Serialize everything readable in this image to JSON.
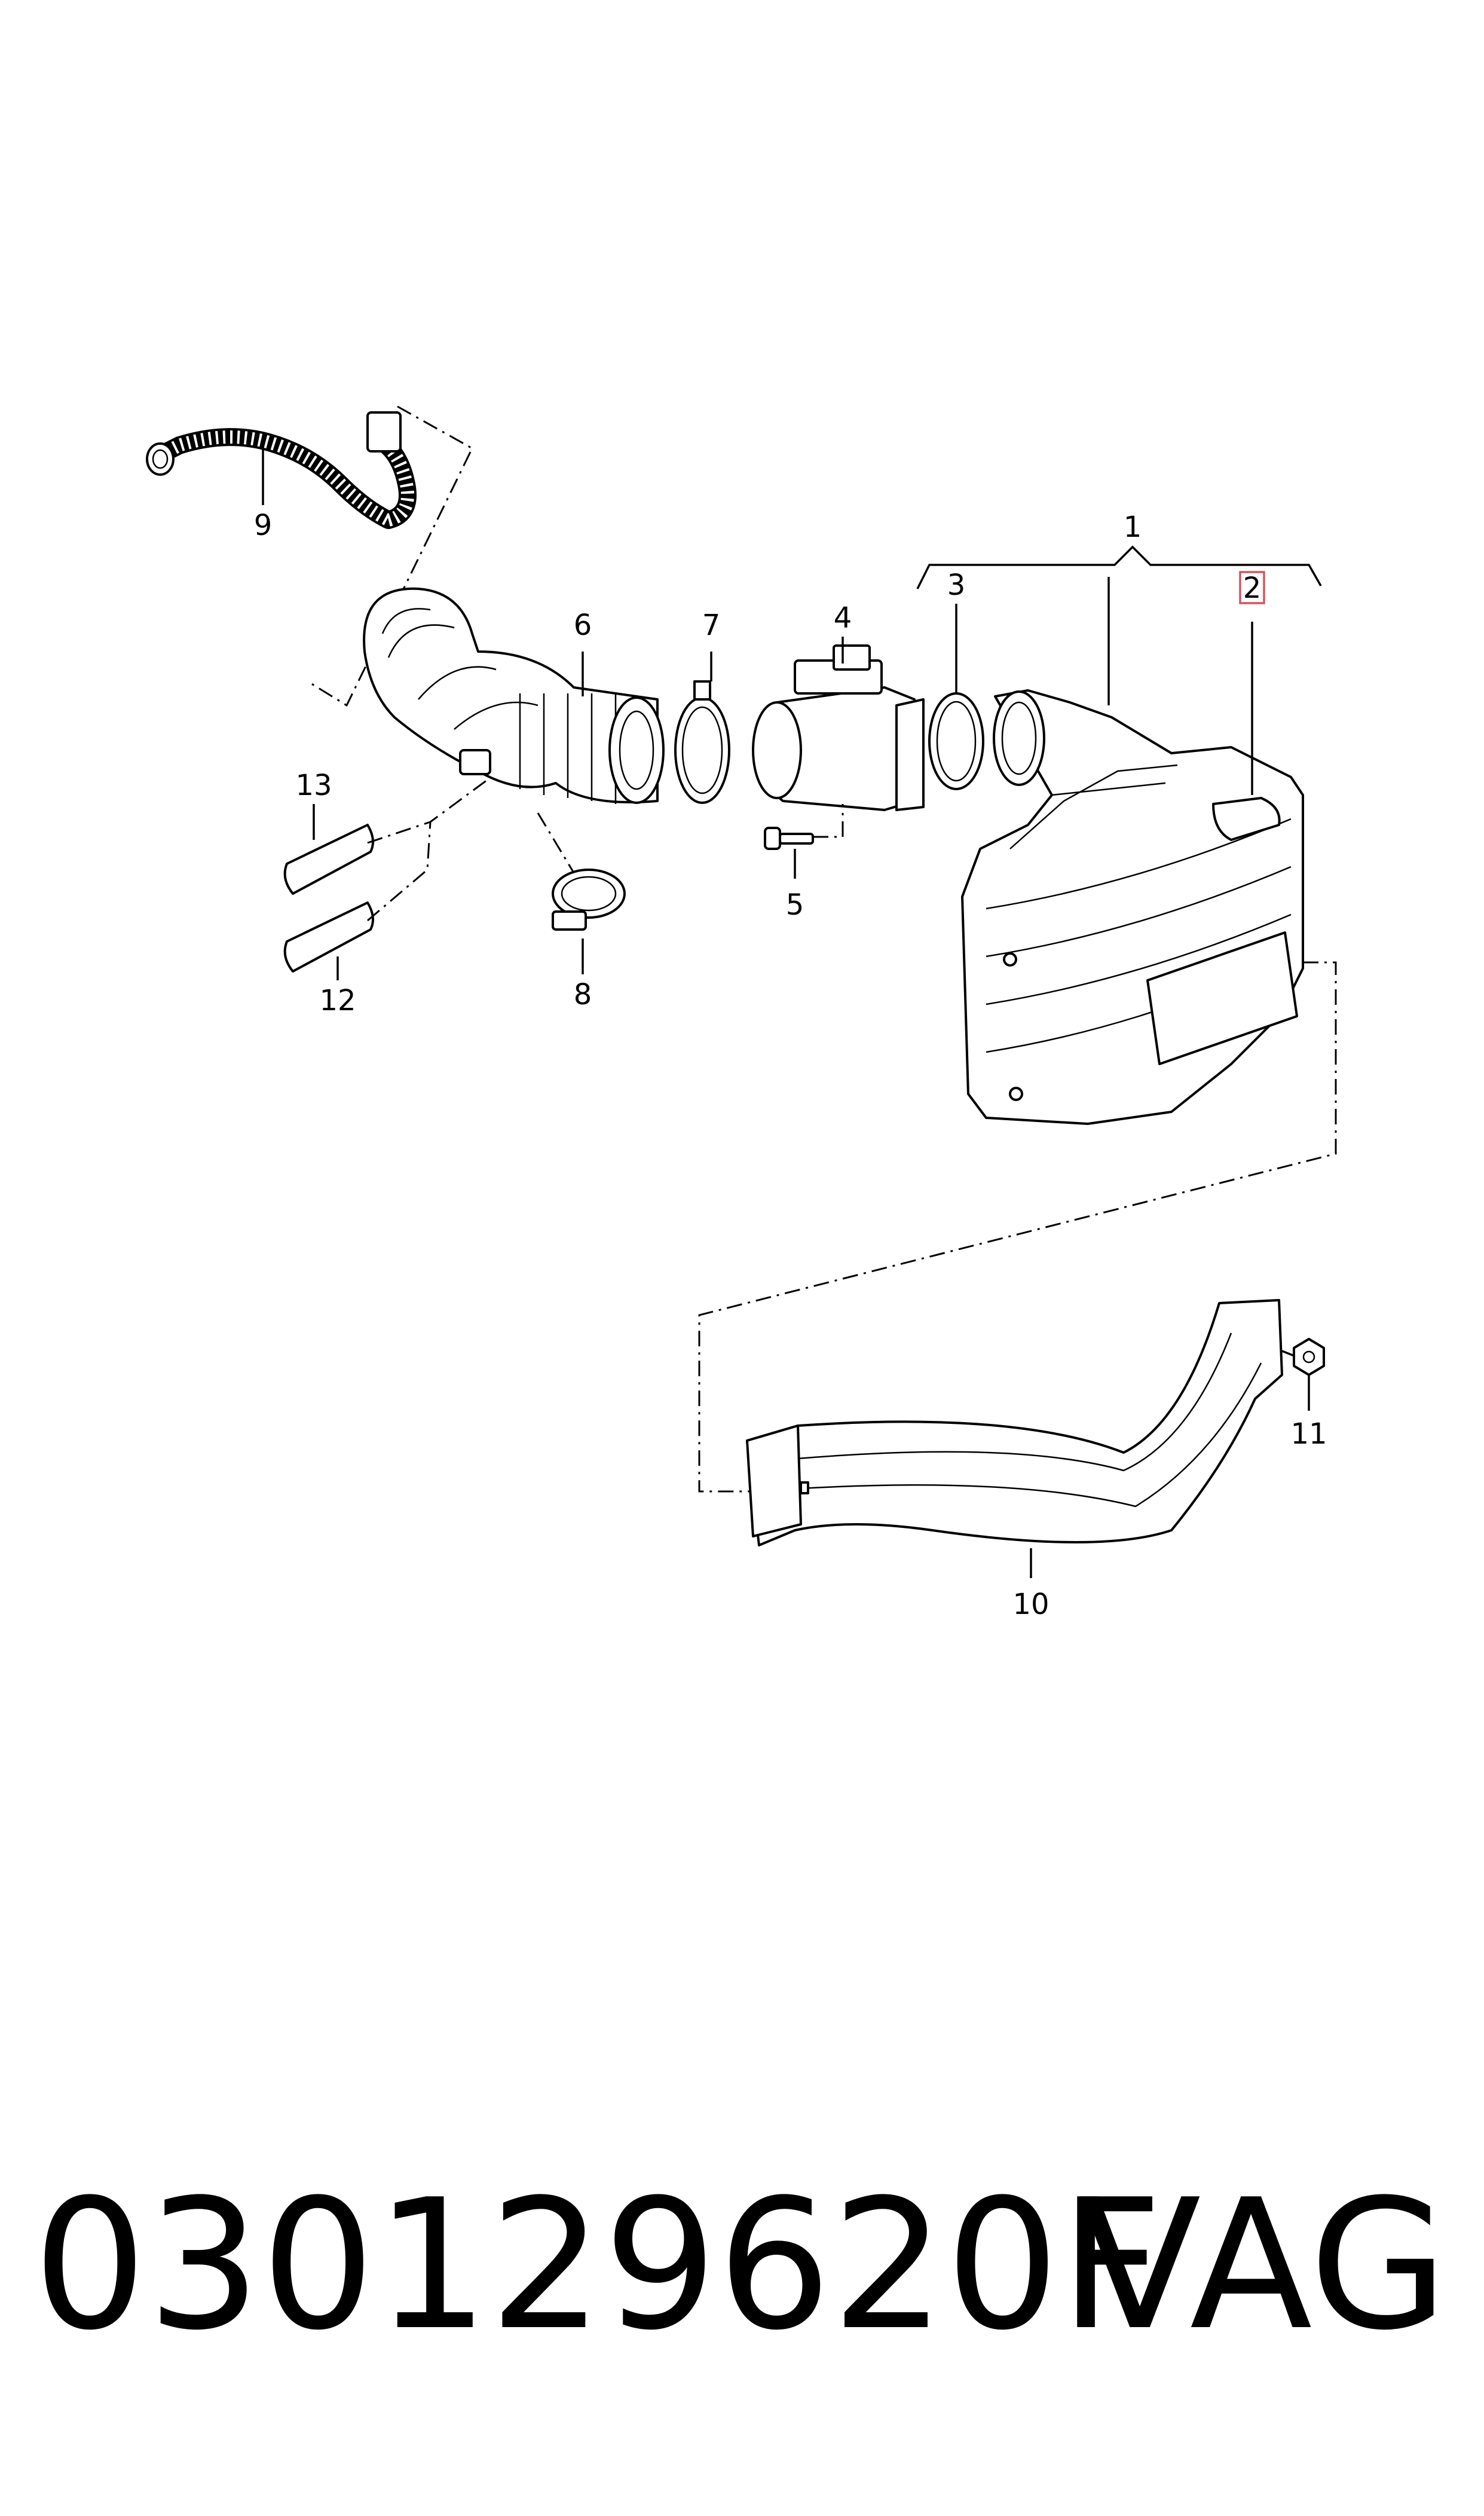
{
  "callouts": {
    "c1": "1",
    "c2": "2",
    "c3": "3",
    "c4": "4",
    "c5": "5",
    "c6": "6",
    "c7": "7",
    "c8": "8",
    "c9": "9",
    "c10": "10",
    "c11": "11",
    "c12": "12",
    "c13": "13"
  },
  "highlighted_callout": "2",
  "highlight_color": "#d9535f",
  "part_number": "030129620F",
  "brand": "VAG"
}
